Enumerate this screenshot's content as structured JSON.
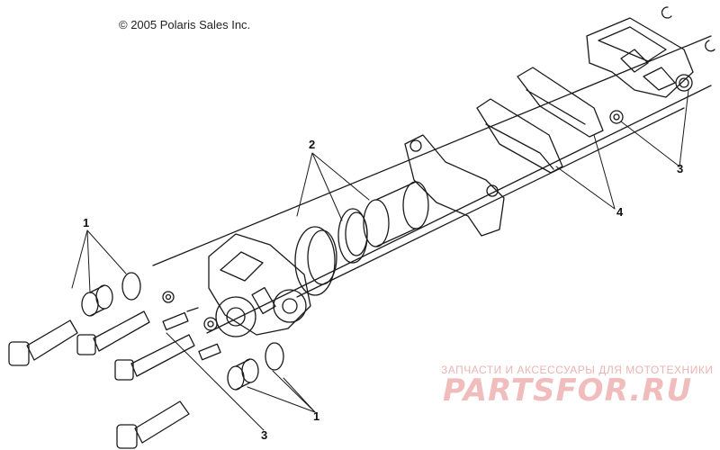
{
  "copyright": "© 2005 Polaris Sales Inc.",
  "callouts": {
    "c1_top": "1",
    "c1_bottom": "1",
    "c2": "2",
    "c3_right": "3",
    "c3_bottom": "3",
    "c4": "4"
  },
  "watermark": {
    "tagline": "ЗАПЧАСТИ И АКСЕССУАРЫ ДЛЯ МОТОТЕХНИКИ",
    "brand": "PARTSFOR.RU"
  },
  "colors": {
    "line": "#1a1a1a",
    "watermark": "#f0bcbc"
  }
}
